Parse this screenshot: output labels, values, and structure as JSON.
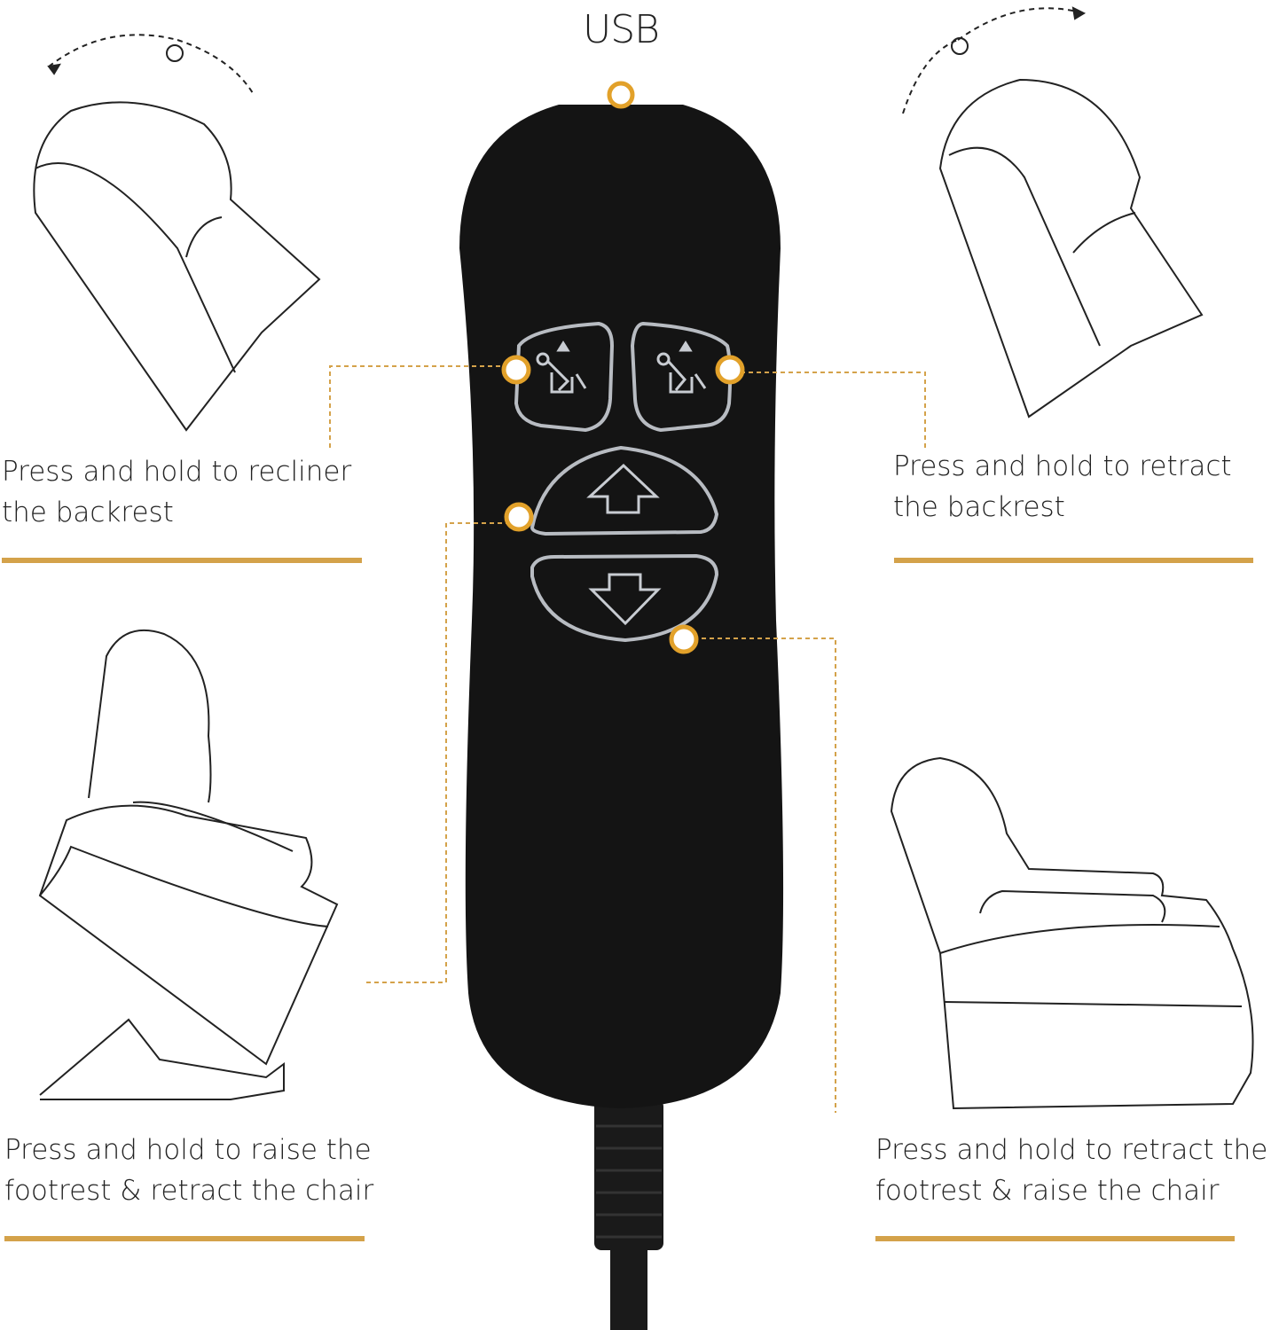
{
  "title": "USB",
  "accent_color": "#d4a24a",
  "remote_color": "#141414",
  "buttons": [
    {
      "name": "recline-backrest",
      "icon": "recline-chair-icon",
      "caption_lines": [
        "Press and hold to recliner",
        "the backrest"
      ]
    },
    {
      "name": "retract-backrest",
      "icon": "upright-chair-icon",
      "caption_lines": [
        "Press and hold to retract",
        "the backrest"
      ]
    },
    {
      "name": "up-arrow",
      "icon": "up-arrow-icon",
      "caption_lines": [
        "Press and hold to raise the",
        "footrest & retract the chair"
      ]
    },
    {
      "name": "down-arrow",
      "icon": "down-arrow-icon",
      "caption_lines": [
        "Press and hold to retract the",
        "footrest & raise the chair"
      ]
    }
  ]
}
